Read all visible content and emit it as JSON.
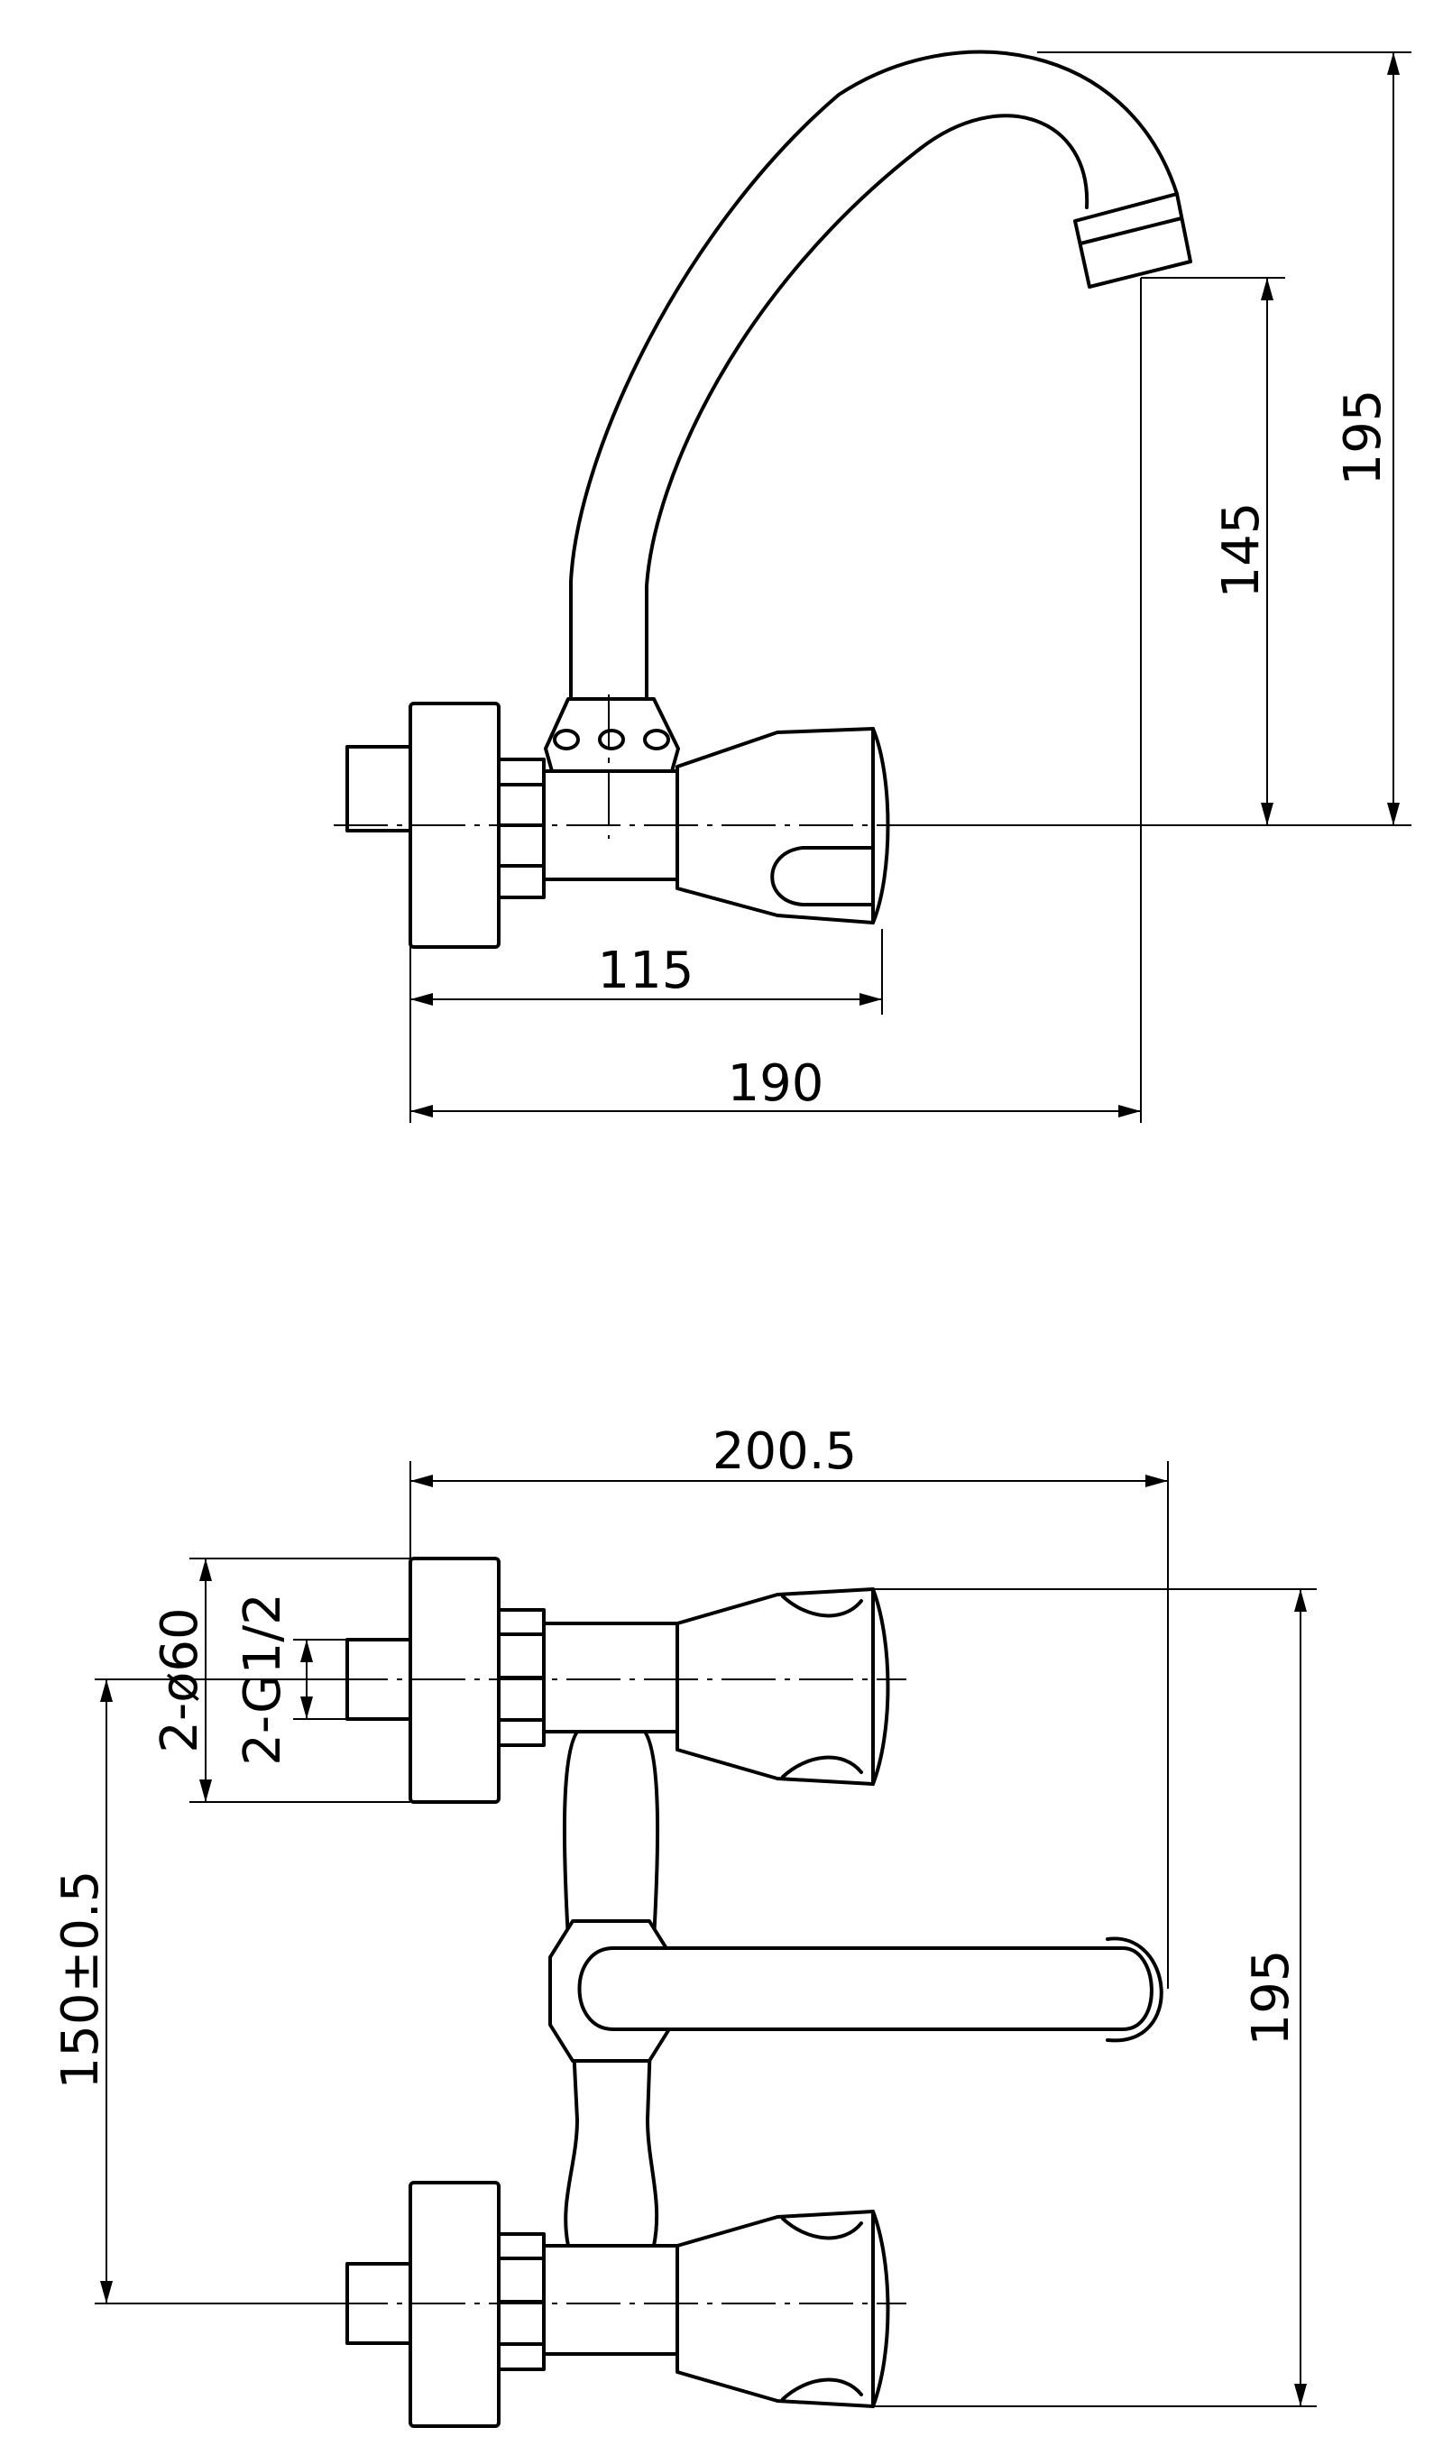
{
  "dimensions": {
    "side_view": {
      "inlet_to_handle": "115",
      "inlet_to_spout": "190",
      "spout_outlet_height": "145",
      "total_height": "195"
    },
    "top_view": {
      "overall_width": "200.5",
      "flange_diameter": "2-ø60",
      "inlet_thread": "2-G1/2",
      "inlet_spacing": "150±0.5",
      "overall_depth": "195"
    }
  }
}
